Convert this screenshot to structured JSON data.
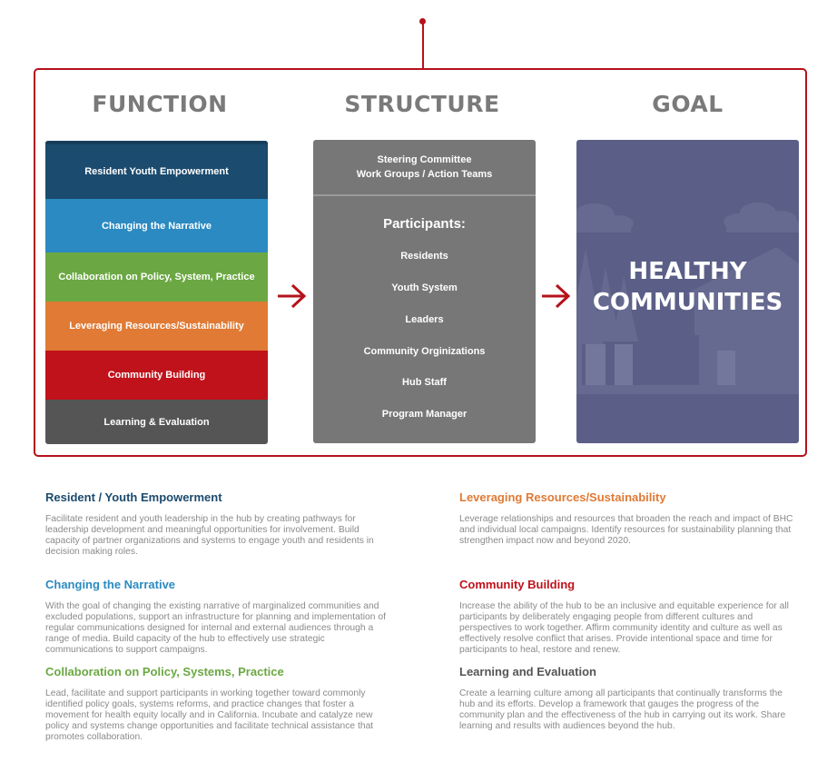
{
  "headings": {
    "function": "FUNCTION",
    "structure": "STRUCTURE",
    "goal": "GOAL"
  },
  "functions": [
    {
      "label": "Resident Youth Empowerment",
      "color": "#1b4b6e"
    },
    {
      "label": "Changing the Narrative",
      "color": "#2b8ac1"
    },
    {
      "label": "Collaboration on Policy,  System, Practice",
      "color": "#6ba843"
    },
    {
      "label": "Leveraging  Resources/Sustainability",
      "color": "#e07a35"
    },
    {
      "label": "Community Building",
      "color": "#c0121b"
    },
    {
      "label": "Learning & Evaluation",
      "color": "#555555"
    }
  ],
  "structure": {
    "top_line1": "Steering Committee",
    "top_line2": "Work Groups / Action Teams",
    "participants_title": "Participants:",
    "participants": [
      "Residents",
      "Youth System",
      "Leaders",
      "Community Orginizations",
      "Hub Staff",
      "Program Manager"
    ]
  },
  "goal": {
    "line1": "HEALTHY",
    "line2": "COMMUNITIES"
  },
  "descriptions": [
    {
      "title": "Resident / Youth Empowerment",
      "color": "#1b4b6e",
      "body": "Facilitate resident and youth leadership in the hub by creating pathways for leadership development and meaningful opportunities for involvement. Build capacity of partner organizations and systems to engage youth and residents in decision making roles."
    },
    {
      "title": "Changing the Narrative",
      "color": "#2b8ac1",
      "body": "With the goal of changing the existing narrative of marginalized communities and excluded populations, support an infrastructure for planning and implementation of regular communications designed for internal and external audiences through a range of media. Build capacity of the hub to effectively use strategic communications to support campaigns."
    },
    {
      "title": "Collaboration on Policy, Systems, Practice",
      "color": "#6ba843",
      "body": "Lead, facilitate and support participants in working together toward commonly identified policy goals, systems reforms, and practice changes that foster a movement for health equity locally and in California. Incubate and catalyze new policy and systems change opportunities and facilitate technical assistance that promotes collaboration."
    },
    {
      "title": "Leveraging Resources/Sustainability",
      "color": "#e07a35",
      "body": "Leverage relationships and resources that broaden the reach and impact of BHC and individual local campaigns. Identify resources for sustainability planning that strengthen impact now and beyond 2020."
    },
    {
      "title": "Community Building",
      "color": "#c0121b",
      "body": "Increase the ability of the hub to be an inclusive and equitable experience for all participants by deliberately engaging people from different cultures and perspectives to work together. Affirm community identity and culture as well as effectively resolve conflict that arises. Provide intentional space and time for participants to heal, restore and renew."
    },
    {
      "title": "Learning and Evaluation",
      "color": "#555555",
      "body": "Create a learning culture among all participants that continually transforms the hub and its efforts. Develop a framework that gauges the progress of the community plan and the effectiveness of the hub in carrying out its work. Share learning and results with audiences beyond the hub."
    }
  ]
}
